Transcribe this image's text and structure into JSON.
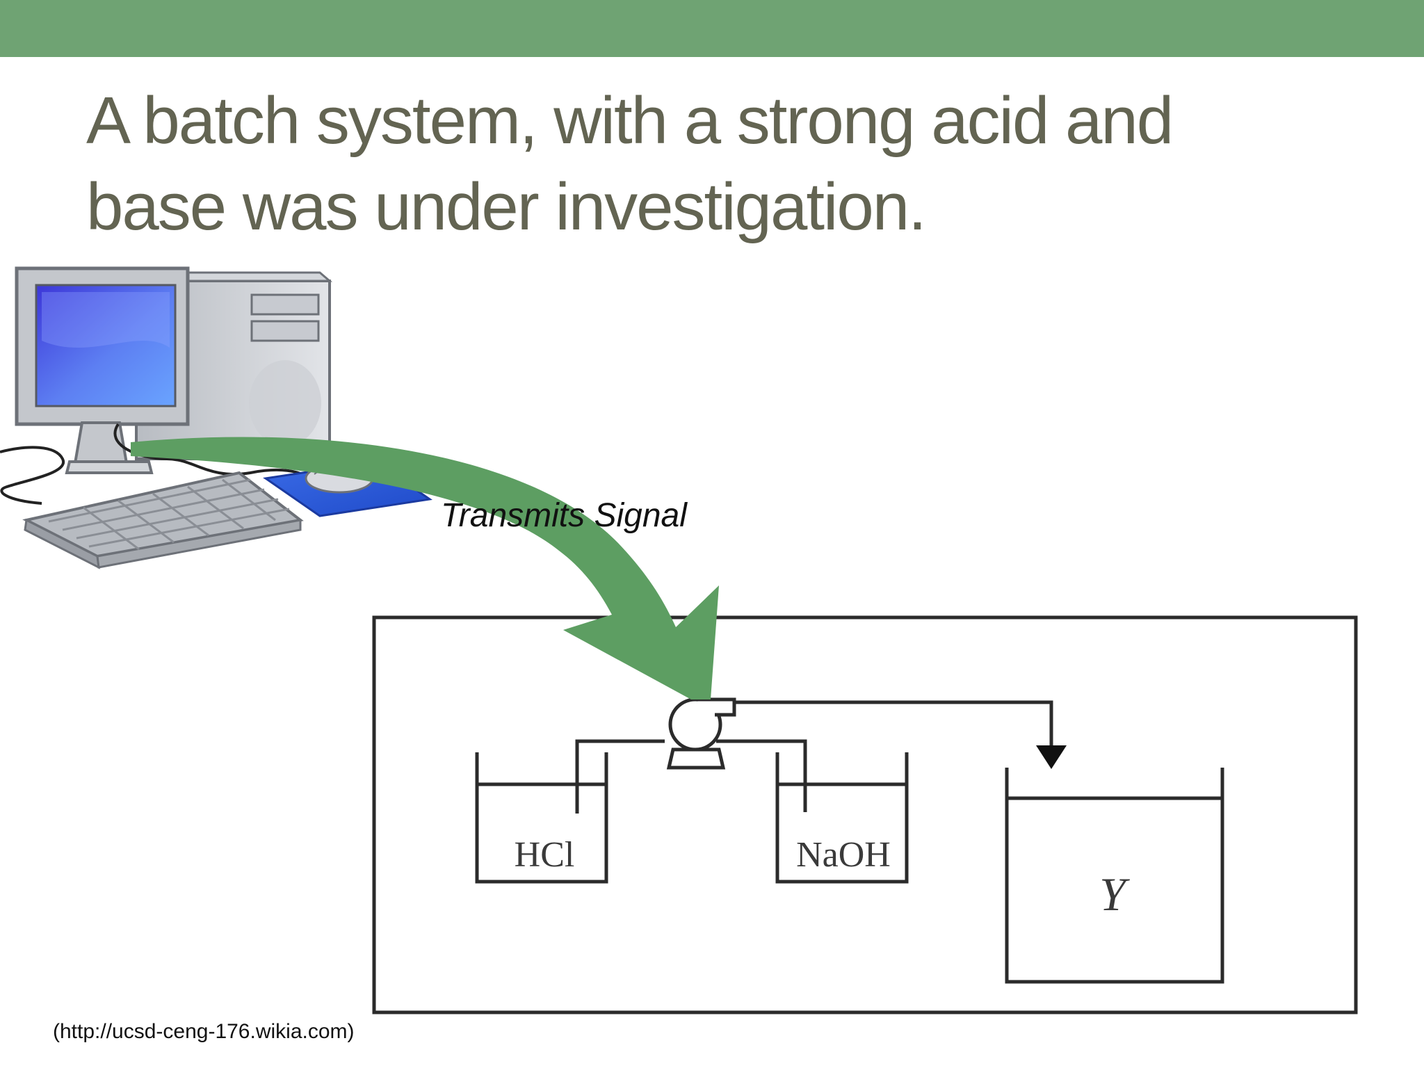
{
  "slide": {
    "title_lines": [
      "A batch system, with a strong acid and",
      "base was under investigation."
    ],
    "source_note": "(http://ucsd-ceng-176.wikia.com)"
  },
  "diagram": {
    "signal_label": "Transmits Signal",
    "tanks": {
      "acid": "HCl",
      "base": "NaOH",
      "product": "Y"
    },
    "icons": [
      "computer-icon",
      "pump-icon"
    ]
  },
  "colors": {
    "header_bar": "#6fa373",
    "title_text": "#636452",
    "arrow": "#5d9e62",
    "line": "#2b2b2b"
  }
}
